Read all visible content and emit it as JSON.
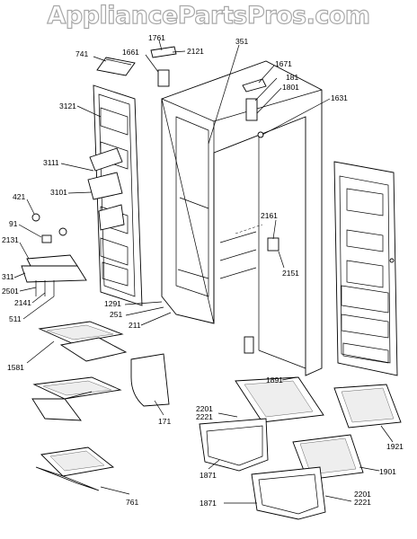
{
  "watermark": "AppliancePartsPros.com",
  "callouts": [
    "1761",
    "2121",
    "351",
    "741",
    "1661",
    "1671",
    "181",
    "1801",
    "1631",
    "3121",
    "3111",
    "3101",
    "421",
    "91",
    "2131",
    "311",
    "2501",
    "2141",
    "511",
    "2161",
    "2151",
    "1291",
    "251",
    "211",
    "1581",
    "171",
    "1891",
    "2201",
    "2221",
    "1921",
    "1871",
    "1901",
    "761",
    "1871",
    "2201",
    "2221"
  ]
}
